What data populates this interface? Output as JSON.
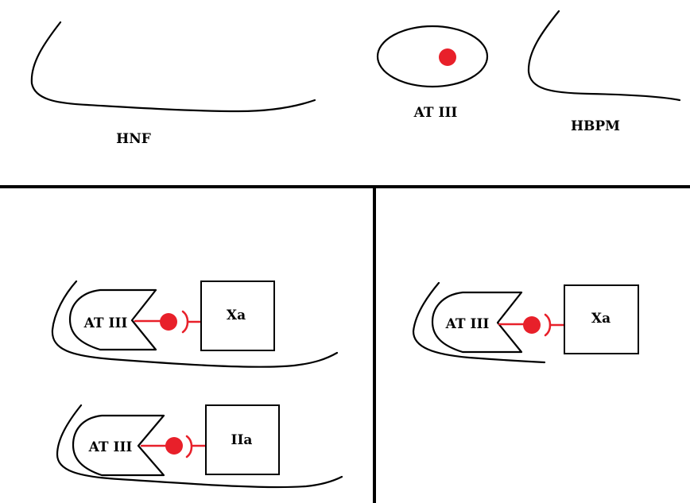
{
  "labels": {
    "hnf": "HNF",
    "at3_top": "AT III",
    "hbpm": "HBPM",
    "at3_hnf_xa": "AT III",
    "xa_hnf": "Xa",
    "at3_hnf_iia": "AT III",
    "iia_hnf": "IIa",
    "at3_hbpm_xa": "AT III",
    "xa_hbpm": "Xa"
  },
  "colors": {
    "line": "#000000",
    "active_site": "#e8202a",
    "background": "#ffffff"
  }
}
